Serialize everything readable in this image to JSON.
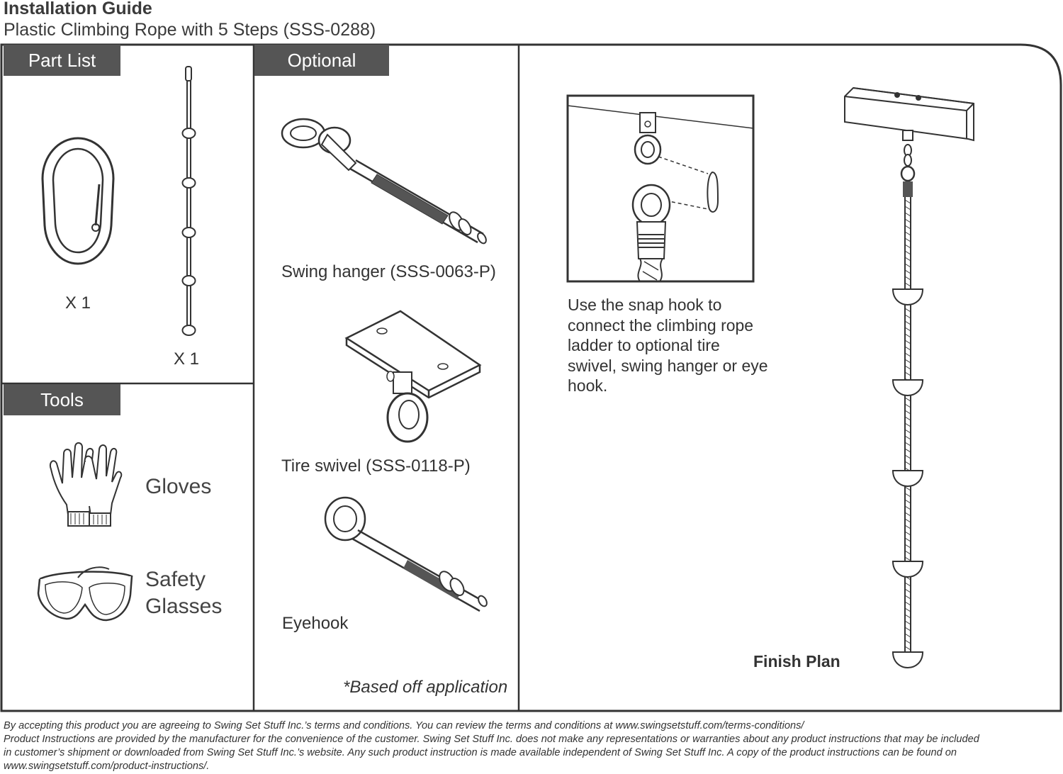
{
  "header": {
    "title": "Installation Guide",
    "subtitle": "Plastic Climbing Rope with 5 Steps (SSS-0288)"
  },
  "part_list": {
    "heading": "Part List",
    "items": [
      {
        "icon": "snap-hook-icon",
        "quantity": "X 1"
      },
      {
        "icon": "climbing-rope-icon",
        "quantity": "X 1"
      }
    ]
  },
  "tools": {
    "heading": "Tools",
    "items": [
      {
        "icon": "gloves-icon",
        "label": "Gloves"
      },
      {
        "icon": "safety-glasses-icon",
        "label_line1": "Safety",
        "label_line2": "Glasses"
      }
    ]
  },
  "optional": {
    "heading": "Optional",
    "items": [
      {
        "icon": "swing-hanger-icon",
        "label": "Swing hanger (SSS-0063-P)"
      },
      {
        "icon": "tire-swivel-icon",
        "label": "Tire swivel (SSS-0118-P)"
      },
      {
        "icon": "eyehook-icon",
        "label": "Eyehook"
      }
    ],
    "footnote": "*Based off application"
  },
  "finish": {
    "instruction": "Use the snap hook to connect the climbing rope ladder to optional tire swivel, swing hanger or eye hook.",
    "caption": "Finish Plan"
  },
  "disclaimer": {
    "line1": "By accepting this product you are agreeing to Swing Set Stuff Inc.’s terms and conditions. You can review the terms and conditions at www.swingsetstuff.com/terms-conditions/",
    "line2": "Product Instructions are provided by the manufacturer for the convenience of the customer. Swing Set Stuff Inc. does not make any representations or warranties about any product instructions that may be included",
    "line3": "in customer’s shipment or downloaded from Swing Set Stuff Inc.’s website. Any such product instruction is made available independent of Swing Set Stuff Inc.  A copy of the product instructions can be found on",
    "line4": "www.swingsetstuff.com/product-instructions/."
  },
  "colors": {
    "header_fill": "#555555",
    "line": "#333333"
  }
}
